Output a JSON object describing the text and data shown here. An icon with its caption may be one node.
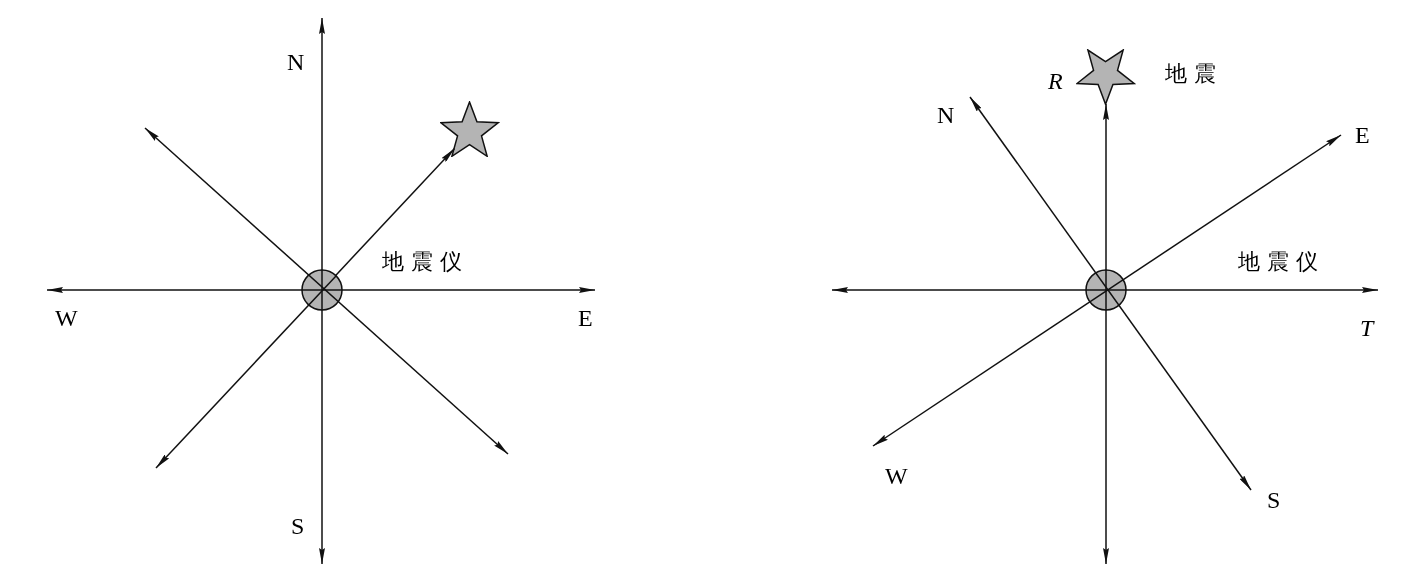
{
  "diagram": {
    "nodes": [
      {
        "text": [],
        "shape": "star"
      },
      {
        "text": [],
        "shape": "circle",
        "beside": [
          "地震仪"
        ]
      },
      {
        "text": [],
        "shape": "star",
        "beside": [
          "地震"
        ]
      },
      {
        "text": [],
        "shape": "circle"
      }
    ],
    "edges": [
      {
        "from": 1,
        "to": 0,
        "arrow": "to"
      },
      {
        "from": 3,
        "to": 2,
        "arrow": "to"
      }
    ],
    "labels": [
      "N",
      "W",
      "E",
      "S",
      "R",
      "N",
      "E",
      "地震仪",
      "T",
      "W",
      "S"
    ]
  }
}
